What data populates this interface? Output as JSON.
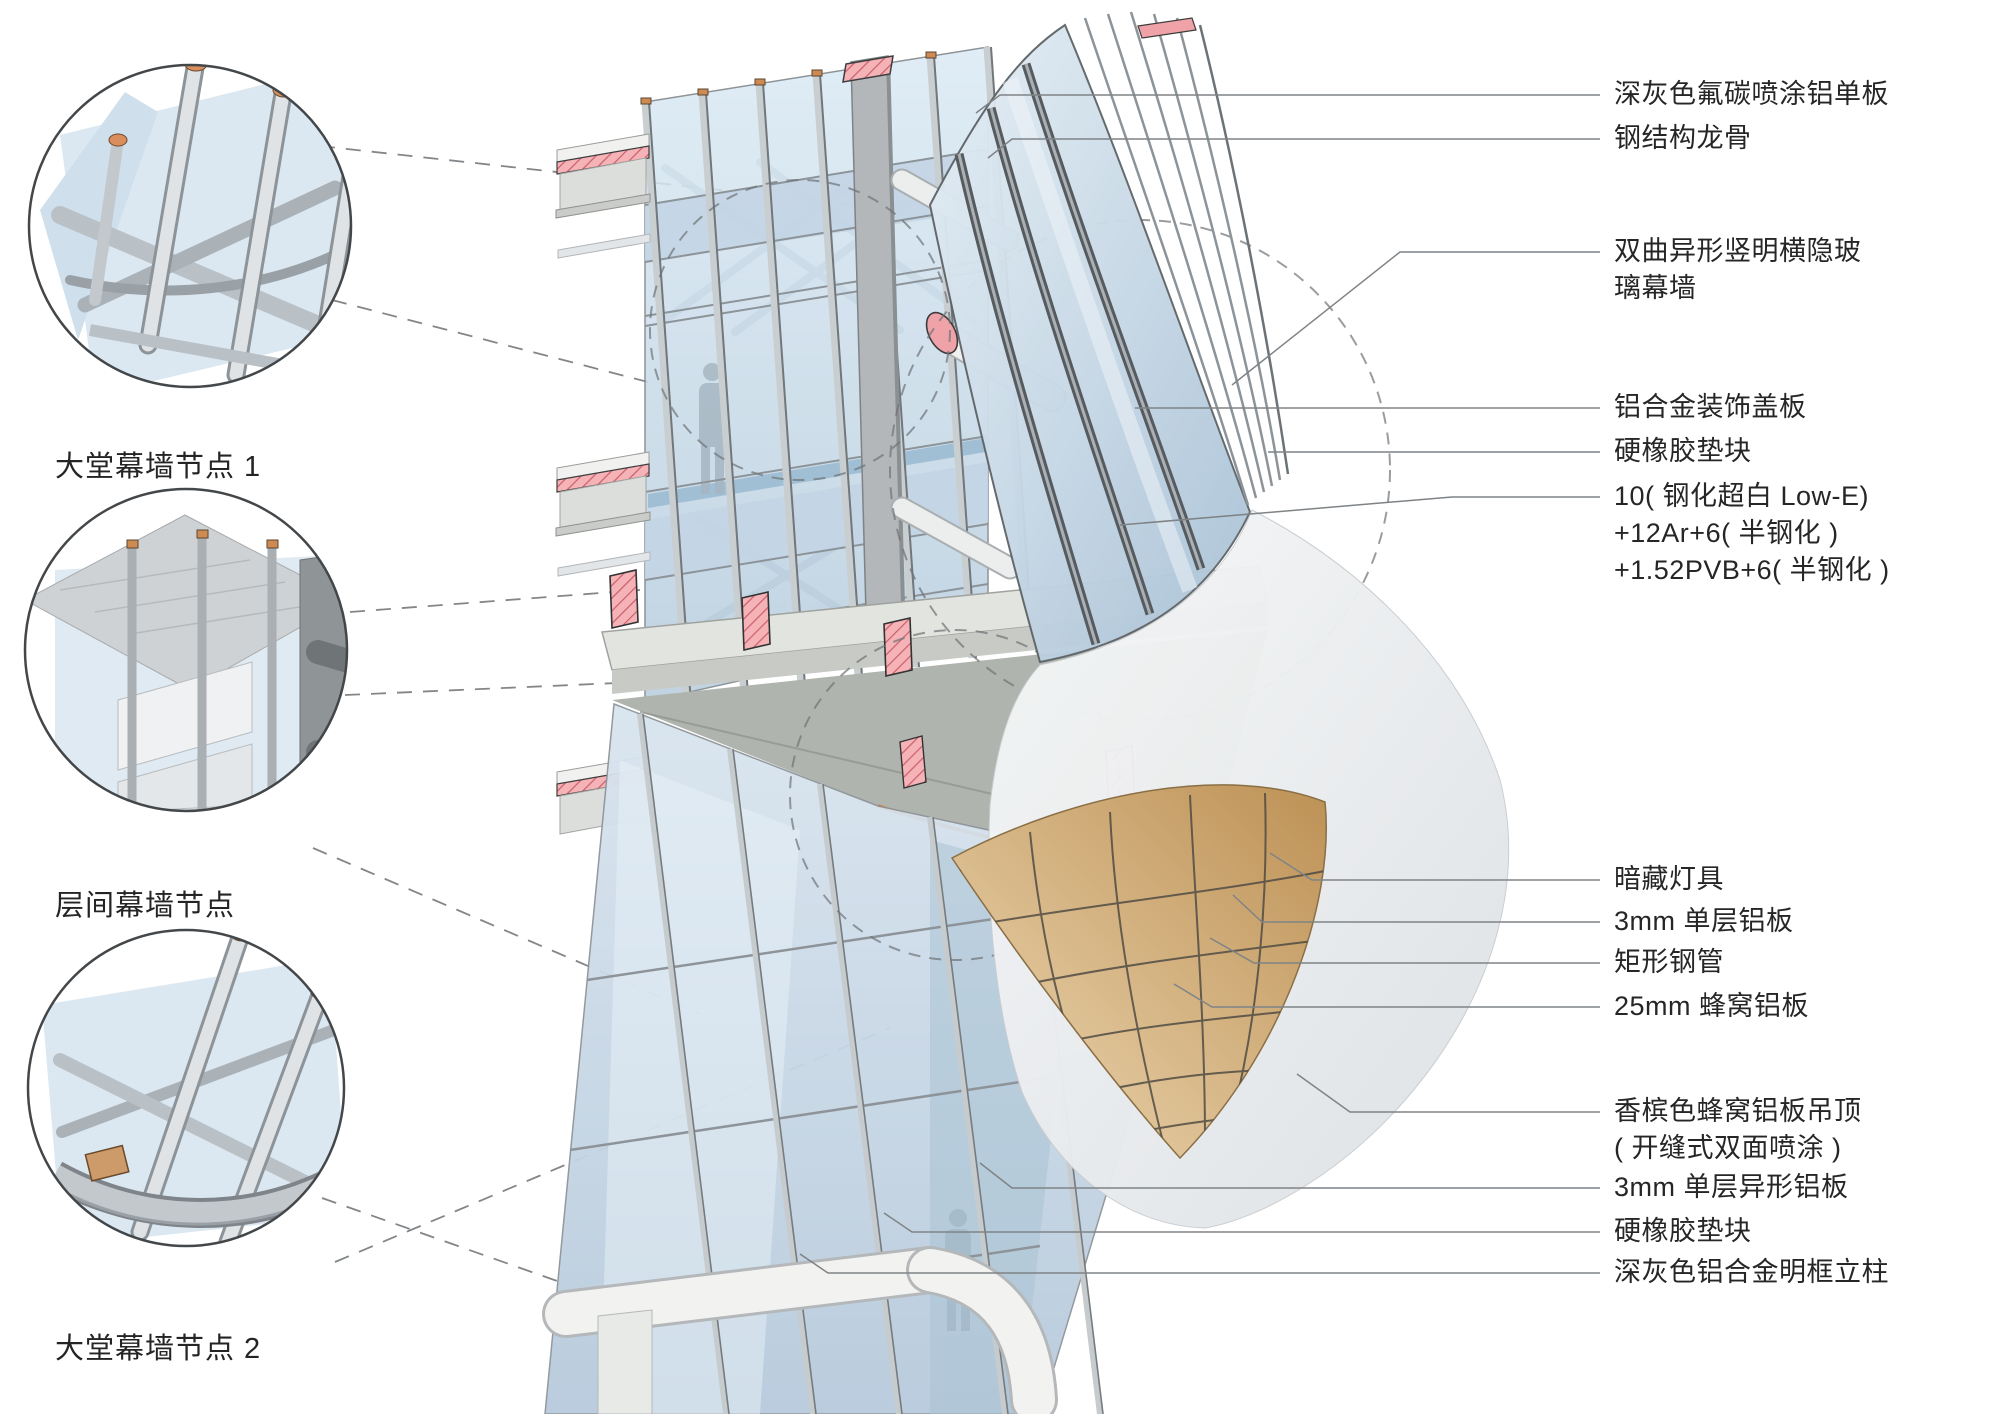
{
  "figure": {
    "kind": "curtain-wall facade detail axonometric",
    "background": "#ffffff"
  },
  "callouts": [
    {
      "label": "大堂幕墙节点 1"
    },
    {
      "label": "层间幕墙节点"
    },
    {
      "label": "大堂幕墙节点 2"
    }
  ],
  "annotations": [
    {
      "lines": [
        "深灰色氟碳喷涂铝单板"
      ]
    },
    {
      "lines": [
        "钢结构龙骨"
      ]
    },
    {
      "lines": [
        "双曲异形竖明横隐玻",
        "璃幕墙"
      ]
    },
    {
      "lines": [
        "铝合金装饰盖板"
      ]
    },
    {
      "lines": [
        "硬橡胶垫块"
      ]
    },
    {
      "lines": [
        "10( 钢化超白 Low-E)",
        "+12Ar+6( 半钢化 )",
        "+1.52PVB+6( 半钢化 )"
      ]
    },
    {
      "lines": [
        "暗藏灯具"
      ]
    },
    {
      "lines": [
        "3mm 单层铝板"
      ]
    },
    {
      "lines": [
        "矩形钢管"
      ]
    },
    {
      "lines": [
        "25mm 蜂窝铝板"
      ]
    },
    {
      "lines": [
        "香槟色蜂窝铝板吊顶",
        "( 开缝式双面喷涂 )"
      ]
    },
    {
      "lines": [
        "3mm 单层异形铝板"
      ]
    },
    {
      "lines": [
        "硬橡胶垫块"
      ]
    },
    {
      "lines": [
        "深灰色铝合金明框立柱"
      ]
    }
  ],
  "colors": {
    "glass_light": "#dcebf5",
    "glass_deep": "#b9cede",
    "mullion": "#c6cbce",
    "mullion_dark": "#71777b",
    "section_pink": "#f5b3b8",
    "section_hatch": "#c95f6b",
    "copper_cap": "#cf8a52",
    "orange_edge": "#df6f1f",
    "honeycomb_tan_light": "#eed9b4",
    "honeycomb_tan_dark": "#bd9155",
    "leader_gray": "#7f8386",
    "text": "#262626"
  }
}
